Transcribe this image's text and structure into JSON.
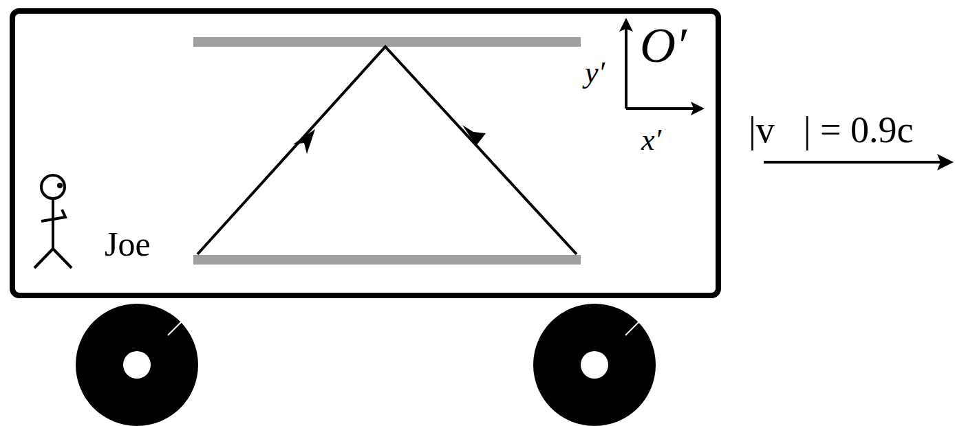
{
  "diagram": {
    "nodes": [
      {
        "text": [
          "Joe",
          "y′",
          "O′",
          "x′"
        ]
      }
    ],
    "labels": [
      "|v⃗| = 0.9c"
    ]
  }
}
